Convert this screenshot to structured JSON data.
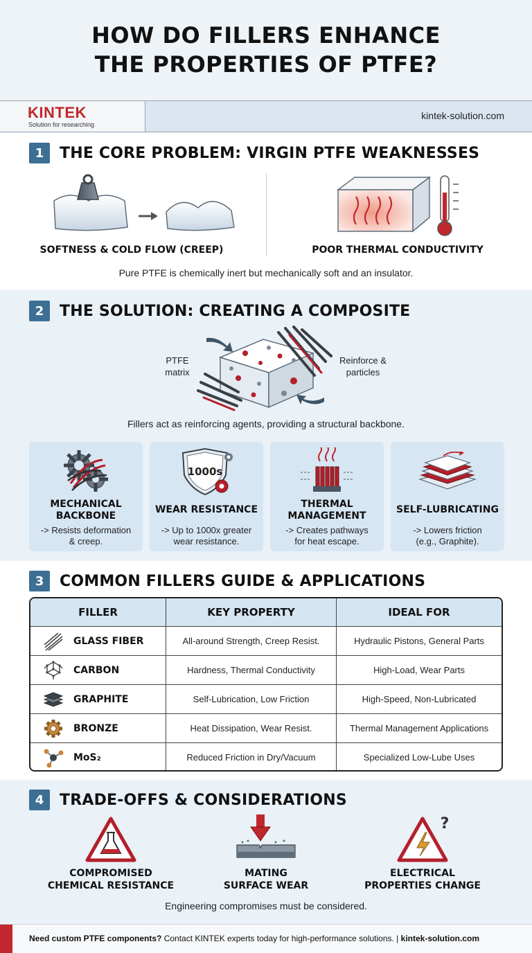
{
  "title": {
    "line1": "HOW DO FILLERS ENHANCE",
    "line2": "THE PROPERTIES OF PTFE?"
  },
  "brand": {
    "logo": "KINTEK",
    "tagline": "Solution for researching",
    "site": "kintek-solution.com"
  },
  "section1": {
    "number": "1",
    "title": "THE CORE PROBLEM: VIRGIN PTFE WEAKNESSES",
    "left_label": "SOFTNESS & COLD FLOW (CREEP)",
    "right_label": "POOR THERMAL CONDUCTIVITY",
    "caption": "Pure PTFE is chemically inert but mechanically soft and an insulator."
  },
  "section2": {
    "number": "2",
    "title": "THE SOLUTION: CREATING A COMPOSITE",
    "label_left_1": "PTFE",
    "label_left_2": "matrix",
    "label_right_1": "Reinforce &",
    "label_right_2": "particles",
    "caption": "Fillers act as reinforcing agents, providing a structural backbone.",
    "cards": [
      {
        "title1": "MECHANICAL",
        "title2": "BACKBONE",
        "desc1": "-> Resists deformation",
        "desc2": "& creep.",
        "icon": "gears-icon"
      },
      {
        "title1": "WEAR RESISTANCE",
        "title2": "",
        "desc1": "-> Up to 1000x greater",
        "desc2": "wear resistance.",
        "badge": "1000s",
        "icon": "shield-icon"
      },
      {
        "title1": "THERMAL",
        "title2": "MANAGEMENT",
        "desc1": "-> Creates pathways",
        "desc2": "for heat escape.",
        "icon": "heat-sink-icon"
      },
      {
        "title1": "SELF-LUBRICATING",
        "title2": "",
        "desc1": "-> Lowers friction",
        "desc2": "(e.g., Graphite).",
        "icon": "layers-icon"
      }
    ]
  },
  "section3": {
    "number": "3",
    "title": "COMMON FILLERS GUIDE & APPLICATIONS",
    "headers": [
      "FILLER",
      "KEY PROPERTY",
      "IDEAL FOR"
    ],
    "rows": [
      {
        "filler": "GLASS FIBER",
        "property": "All-around Strength, Creep Resist.",
        "ideal": "Hydraulic Pistons, General Parts",
        "icon": "fibers-icon"
      },
      {
        "filler": "CARBON",
        "property": "Hardness, Thermal Conductivity",
        "ideal": "High-Load, Wear Parts",
        "icon": "hexagon-lattice-icon"
      },
      {
        "filler": "GRAPHITE",
        "property": "Self-Lubrication, Low Friction",
        "ideal": "High-Speed, Non-Lubricated",
        "icon": "stacked-layers-icon"
      },
      {
        "filler": "BRONZE",
        "property": "Heat Dissipation, Wear Resist.",
        "ideal": "Thermal Management Applications",
        "icon": "bronze-gear-icon"
      },
      {
        "filler": "MoS₂",
        "property": "Reduced Friction in Dry/Vacuum",
        "ideal": "Specialized Low-Lube Uses",
        "icon": "molecule-icon"
      }
    ]
  },
  "section4": {
    "number": "4",
    "title": "TRADE-OFFS & CONSIDERATIONS",
    "items": [
      {
        "line1": "COMPROMISED",
        "line2": "CHEMICAL RESISTANCE",
        "icon": "chemical-warning-icon"
      },
      {
        "line1": "MATING",
        "line2": "SURFACE WEAR",
        "icon": "surface-wear-icon"
      },
      {
        "line1": "ELECTRICAL",
        "line2": "PROPERTIES CHANGE",
        "icon": "electrical-warning-icon"
      }
    ],
    "caption": "Engineering compromises must be considered."
  },
  "footer": {
    "bold": "Need custom PTFE components?",
    "text": " Contact KINTEK experts today for high-performance solutions. | ",
    "site": "kintek-solution.com"
  }
}
